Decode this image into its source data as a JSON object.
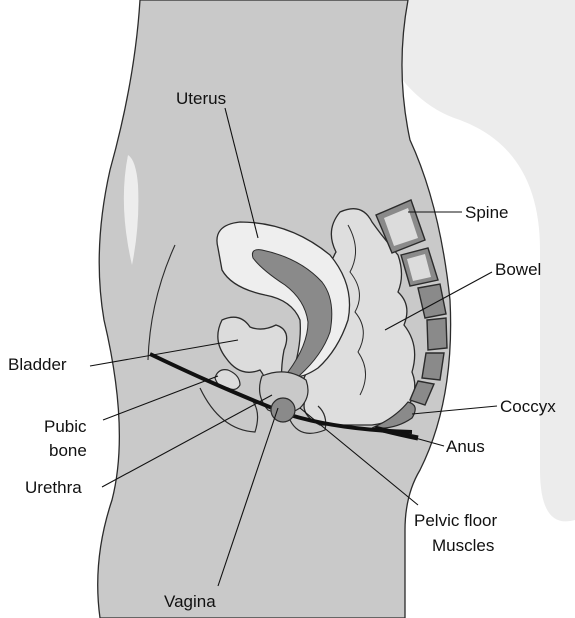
{
  "labels": {
    "uterus": "Uterus",
    "spine": "Spine",
    "bowel": "Bowel",
    "bladder": "Bladder",
    "pubic_bone_line1": "Pubic",
    "pubic_bone_line2": "bone",
    "urethra": "Urethra",
    "coccyx": "Coccyx",
    "anus": "Anus",
    "pelvic_floor_line1": "Pelvic floor",
    "pelvic_floor_line2": "Muscles",
    "vagina": "Vagina"
  },
  "colors": {
    "background": "#ffffff",
    "backdrop_shape": "#ececec",
    "body": "#c9c9c9",
    "organ_light": "#eeeeee",
    "organ_mid": "#dcdcdc",
    "organ_dark": "#8a8a8a",
    "muscle_band": "#111111",
    "outline": "#2b2b2b"
  }
}
